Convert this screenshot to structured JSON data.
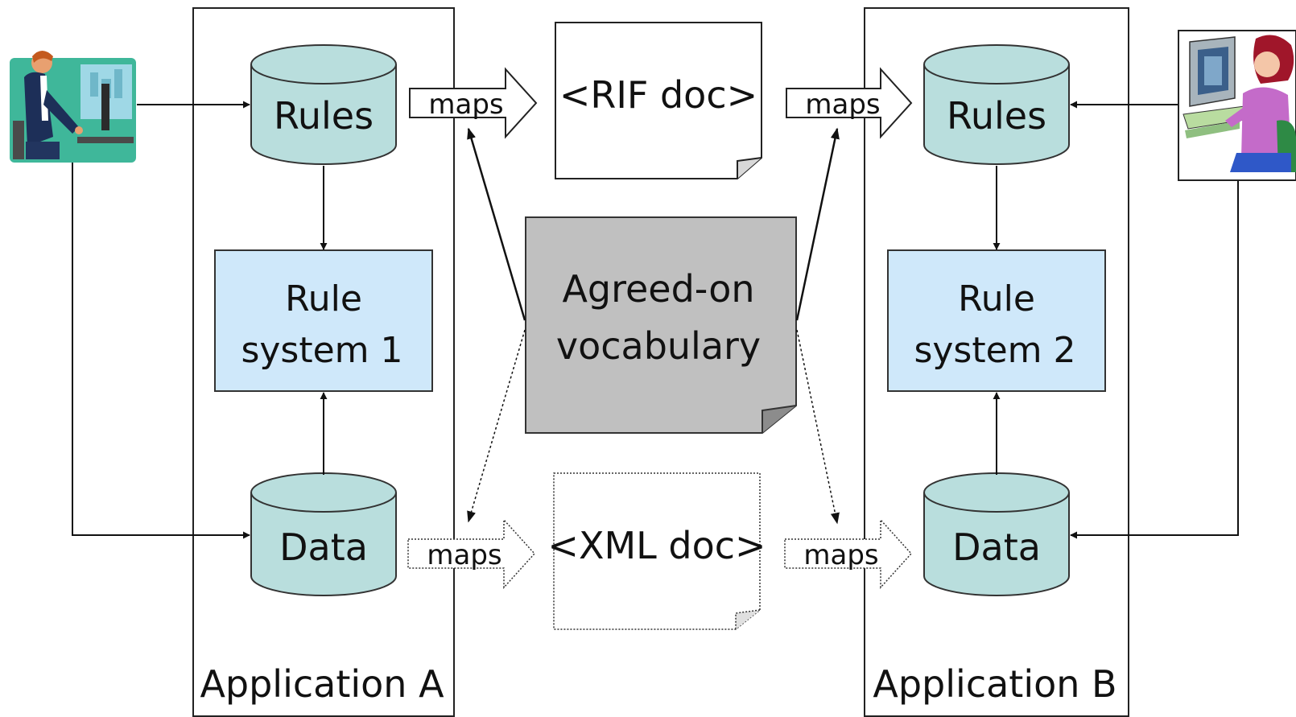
{
  "colors": {
    "cylinder_fill": "#b9dedd",
    "rule_system_fill": "#cfe8fa",
    "vocabulary_fill": "#c0c0c0",
    "doc_fill": "#ffffff",
    "stroke": "#222222"
  },
  "icons": {
    "left_user": "man-at-computer-icon",
    "right_user": "woman-at-computer-icon"
  },
  "application_a": {
    "label": "Application A",
    "rules": "Rules",
    "rule_system_line1": "Rule",
    "rule_system_line2": "system 1",
    "data": "Data"
  },
  "application_b": {
    "label": "Application B",
    "rules": "Rules",
    "rule_system_line1": "Rule",
    "rule_system_line2": "system 2",
    "data": "Data"
  },
  "center": {
    "rif_doc": "<RIF doc>",
    "xml_doc": "<XML doc>",
    "vocabulary_line1": "Agreed-on",
    "vocabulary_line2": "vocabulary"
  },
  "arrows": {
    "maps_rules_a": "maps",
    "maps_rules_b": "maps",
    "maps_data_a": "maps",
    "maps_data_b": "maps"
  }
}
